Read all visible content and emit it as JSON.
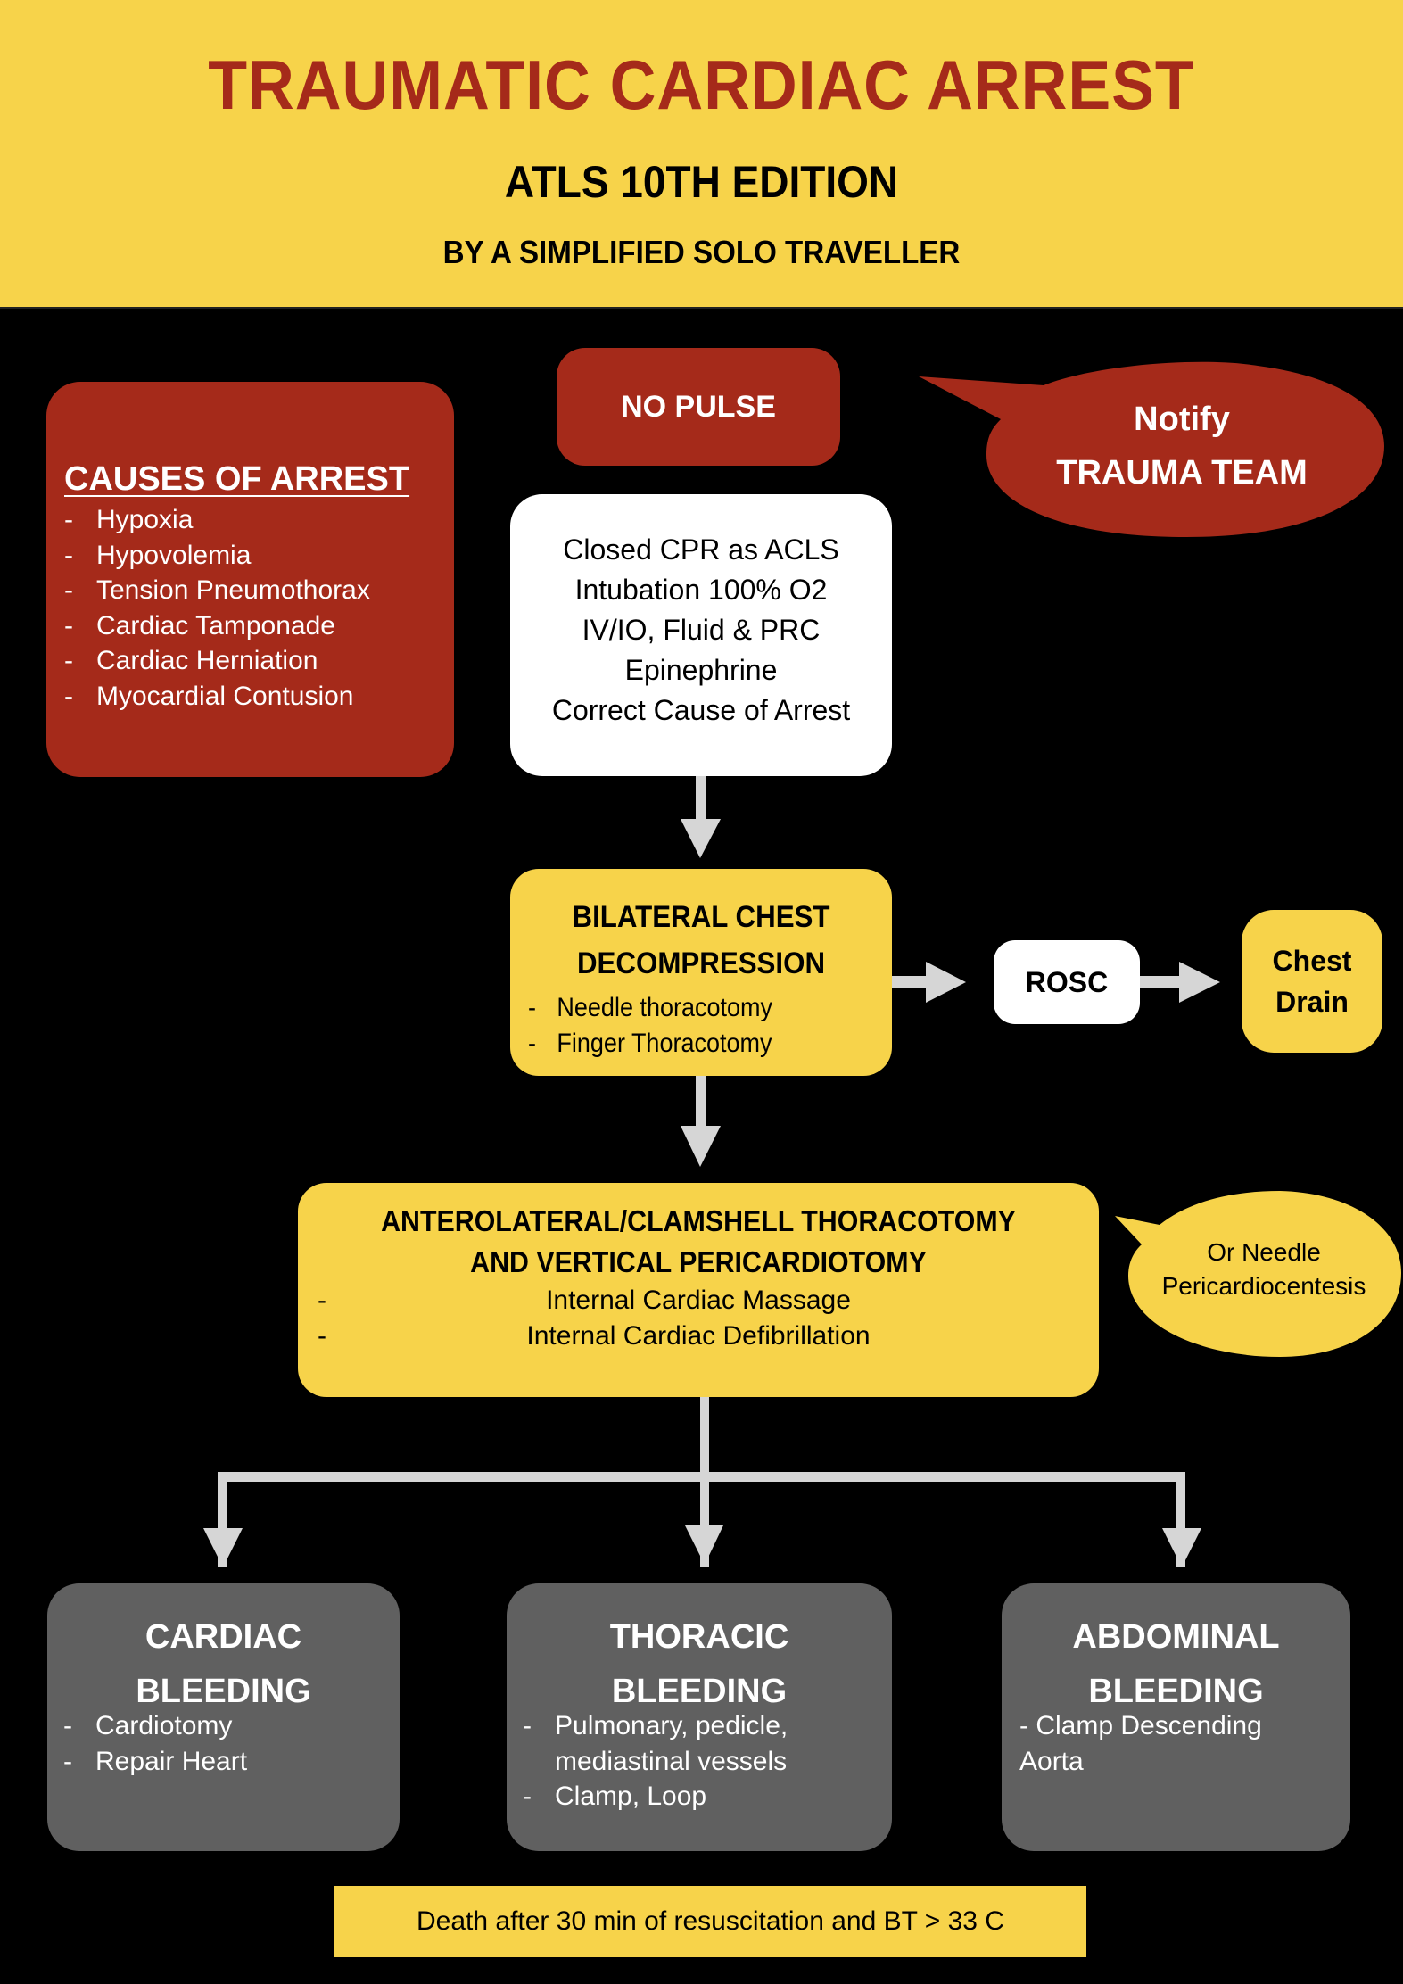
{
  "header": {
    "title": "TRAUMATIC CARDIAC ARREST",
    "subtitle": "ATLS 10TH EDITION",
    "byline": "BY A SIMPLIFIED SOLO TRAVELLER"
  },
  "colors": {
    "red": "#a52a1a",
    "yellow": "#f7d34a",
    "grey_box": "#606060",
    "arrow": "#d6d6d6",
    "background": "#000000"
  },
  "causes": {
    "title": "CAUSES OF ARREST",
    "items": [
      "Hypoxia",
      "Hypovolemia",
      "Tension Pneumothorax",
      "Cardiac Tamponade",
      "Cardiac Herniation",
      "Myocardial Contusion"
    ]
  },
  "no_pulse": {
    "label": "NO PULSE"
  },
  "notify": {
    "line1": "Notify",
    "line2": "TRAUMA TEAM"
  },
  "cpr_box": {
    "lines": [
      "Closed CPR as ACLS",
      "Intubation 100% O2",
      "IV/IO, Fluid & PRC",
      "Epinephrine",
      "Correct Cause of Arrest"
    ]
  },
  "bilateral": {
    "title_line1": "BILATERAL CHEST",
    "title_line2": "DECOMPRESSION",
    "items": [
      "Needle thoracotomy",
      "Finger Thoracotomy"
    ]
  },
  "rosc": {
    "label": "ROSC"
  },
  "chest_drain": {
    "line1": "Chest",
    "line2": "Drain"
  },
  "thoracotomy": {
    "title_line1": "ANTEROLATERAL/CLAMSHELL THORACOTOMY",
    "title_line2": "AND VERTICAL PERICARDIOTOMY",
    "items": [
      "Internal Cardiac Massage",
      "Internal Cardiac Defibrillation"
    ]
  },
  "needle_note": {
    "line1": "Or Needle",
    "line2": "Pericardiocentesis"
  },
  "bleeding": {
    "cardiac": {
      "title_line1": "CARDIAC",
      "title_line2": "BLEEDING",
      "items": [
        "Cardiotomy",
        "Repair Heart"
      ]
    },
    "thoracic": {
      "title_line1": "THORACIC",
      "title_line2": "BLEEDING",
      "items": [
        "Pulmonary, pedicle,\nmediastinal vessels",
        "Clamp, Loop"
      ]
    },
    "abdominal": {
      "title_line1": "ABDOMINAL",
      "title_line2": "BLEEDING",
      "text": "- Clamp Descending\nAorta"
    }
  },
  "footer": {
    "text": "Death after 30 min of resuscitation and BT > 33 C"
  },
  "bullet_dash": "-"
}
